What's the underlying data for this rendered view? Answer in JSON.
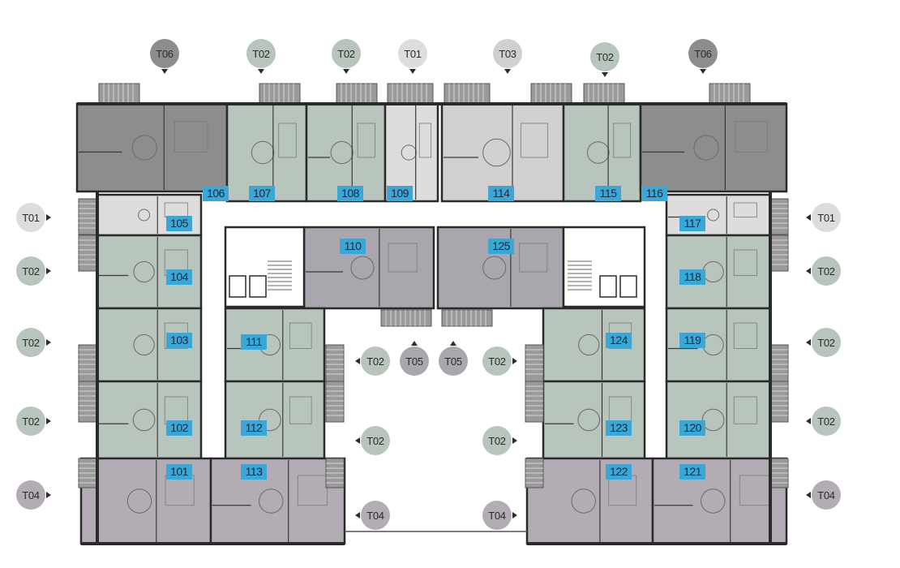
{
  "colors": {
    "T01": "#dedcdc",
    "T02": "#b7c5bd",
    "T03": "#d2cfd0",
    "T04": "#b3acb4",
    "T05": "#aaa6ad",
    "T06": "#8d8d8d",
    "unit_label_bg": "#3aa7d6",
    "wall": "#2a2a2a"
  },
  "type_markers": [
    {
      "id": "T06",
      "label": "T06",
      "pointer": "down"
    },
    {
      "id": "T02",
      "label": "T02",
      "pointer": "down"
    },
    {
      "id": "T02",
      "label": "T02",
      "pointer": "down"
    },
    {
      "id": "T01",
      "label": "T01",
      "pointer": "down"
    },
    {
      "id": "T03",
      "label": "T03",
      "pointer": "down"
    },
    {
      "id": "T02",
      "label": "T02",
      "pointer": "down"
    },
    {
      "id": "T06",
      "label": "T06",
      "pointer": "down"
    },
    {
      "id": "T01",
      "label": "T01",
      "pointer": "right"
    },
    {
      "id": "T02",
      "label": "T02",
      "pointer": "right"
    },
    {
      "id": "T02",
      "label": "T02",
      "pointer": "right"
    },
    {
      "id": "T02",
      "label": "T02",
      "pointer": "right"
    },
    {
      "id": "T04",
      "label": "T04",
      "pointer": "right"
    },
    {
      "id": "T01",
      "label": "T01",
      "pointer": "left"
    },
    {
      "id": "T02",
      "label": "T02",
      "pointer": "left"
    },
    {
      "id": "T02",
      "label": "T02",
      "pointer": "left"
    },
    {
      "id": "T02",
      "label": "T02",
      "pointer": "left"
    },
    {
      "id": "T04",
      "label": "T04",
      "pointer": "left"
    },
    {
      "id": "T02",
      "label": "T02",
      "pointer": "left"
    },
    {
      "id": "T02",
      "label": "T02",
      "pointer": "left"
    },
    {
      "id": "T04",
      "label": "T04",
      "pointer": "left"
    },
    {
      "id": "T05",
      "label": "T05",
      "pointer": "up"
    },
    {
      "id": "T05",
      "label": "T05",
      "pointer": "up"
    },
    {
      "id": "T02",
      "label": "T02",
      "pointer": "right"
    },
    {
      "id": "T02",
      "label": "T02",
      "pointer": "right"
    },
    {
      "id": "T04",
      "label": "T04",
      "pointer": "right"
    }
  ],
  "units": [
    {
      "number": "106",
      "type": "T06"
    },
    {
      "number": "107",
      "type": "T02"
    },
    {
      "number": "108",
      "type": "T02"
    },
    {
      "number": "109",
      "type": "T01"
    },
    {
      "number": "114",
      "type": "T03"
    },
    {
      "number": "115",
      "type": "T02"
    },
    {
      "number": "116",
      "type": "T06"
    },
    {
      "number": "105",
      "type": "T01"
    },
    {
      "number": "104",
      "type": "T02"
    },
    {
      "number": "103",
      "type": "T02"
    },
    {
      "number": "102",
      "type": "T02"
    },
    {
      "number": "101",
      "type": "T04"
    },
    {
      "number": "110",
      "type": "T05"
    },
    {
      "number": "125",
      "type": "T05"
    },
    {
      "number": "111",
      "type": "T02"
    },
    {
      "number": "112",
      "type": "T02"
    },
    {
      "number": "113",
      "type": "T04"
    },
    {
      "number": "124",
      "type": "T02"
    },
    {
      "number": "123",
      "type": "T02"
    },
    {
      "number": "122",
      "type": "T04"
    },
    {
      "number": "117",
      "type": "T01"
    },
    {
      "number": "118",
      "type": "T02"
    },
    {
      "number": "119",
      "type": "T02"
    },
    {
      "number": "120",
      "type": "T02"
    },
    {
      "number": "121",
      "type": "T04"
    }
  ]
}
